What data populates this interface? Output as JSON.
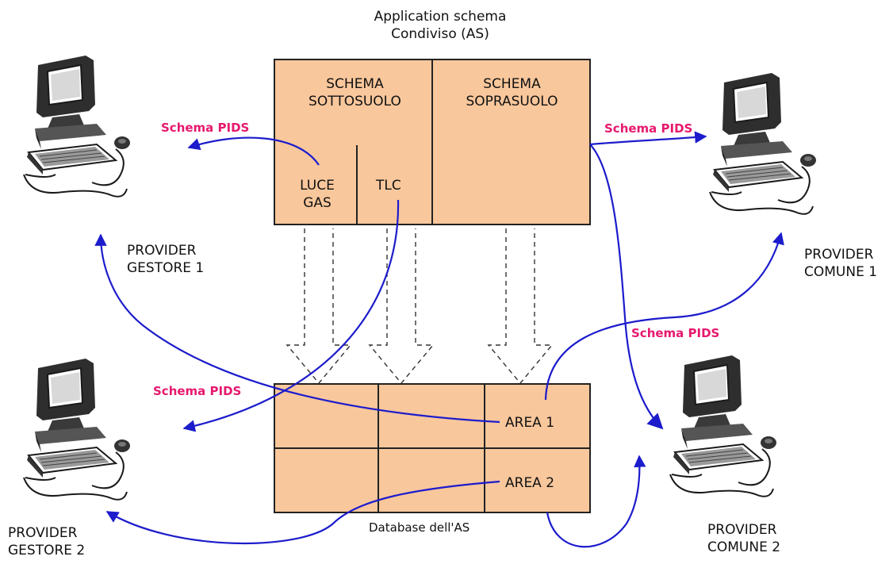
{
  "title": {
    "line1": "Application schema",
    "line2": "Condiviso (AS)"
  },
  "schema_box": {
    "sottosuolo": {
      "line1": "SCHEMA",
      "line2": "SOTTOSUOLO"
    },
    "soprasuolo": {
      "line1": "SCHEMA",
      "line2": "SOPRASUOLO"
    },
    "luce_gas": {
      "line1": "LUCE",
      "line2": "GAS"
    },
    "tlc": "TLC"
  },
  "database": {
    "label": "Database dell'AS",
    "area1": "AREA 1",
    "area2": "AREA 2"
  },
  "providers": {
    "gestore1": {
      "line1": "PROVIDER",
      "line2": "GESTORE 1"
    },
    "gestore2": {
      "line1": "PROVIDER",
      "line2": "GESTORE 2"
    },
    "comune1": {
      "line1": "PROVIDER",
      "line2": "COMUNE 1"
    },
    "comune2": {
      "line1": "PROVIDER",
      "line2": "COMUNE 2"
    }
  },
  "arrow_labels": {
    "top_left": "Schema PIDS",
    "top_right": "Schema PIDS",
    "mid_left": "Schema PIDS",
    "mid_right": "Schema PIDS"
  },
  "colors": {
    "box_fill": "#f9c79c",
    "arrow_blue": "#1c1ccc",
    "pids_pink": "#e6196e",
    "computer_dark": "#2e2e2e"
  },
  "icons": [
    "computer-icon",
    "computer-icon",
    "computer-icon",
    "computer-icon"
  ]
}
